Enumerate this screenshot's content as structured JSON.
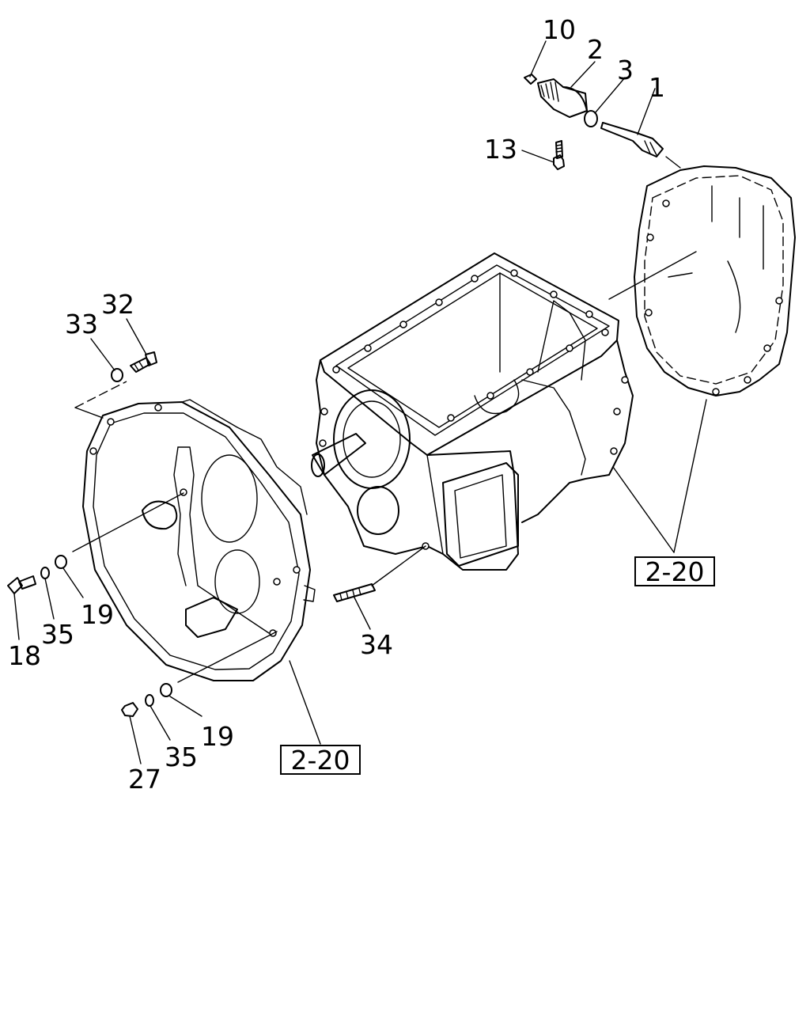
{
  "callouts": [
    {
      "id": "10",
      "label": "10"
    },
    {
      "id": "2",
      "label": "2"
    },
    {
      "id": "3",
      "label": "3"
    },
    {
      "id": "1",
      "label": "1"
    },
    {
      "id": "13",
      "label": "13"
    },
    {
      "id": "32",
      "label": "32"
    },
    {
      "id": "33",
      "label": "33"
    },
    {
      "id": "18",
      "label": "18"
    },
    {
      "id": "35a",
      "label": "35"
    },
    {
      "id": "19a",
      "label": "19"
    },
    {
      "id": "34",
      "label": "34"
    },
    {
      "id": "27",
      "label": "27"
    },
    {
      "id": "35b",
      "label": "35"
    },
    {
      "id": "19b",
      "label": "19"
    }
  ],
  "references": [
    {
      "id": "ref-right",
      "label": "2-20"
    },
    {
      "id": "ref-bottom",
      "label": "2-20"
    }
  ]
}
